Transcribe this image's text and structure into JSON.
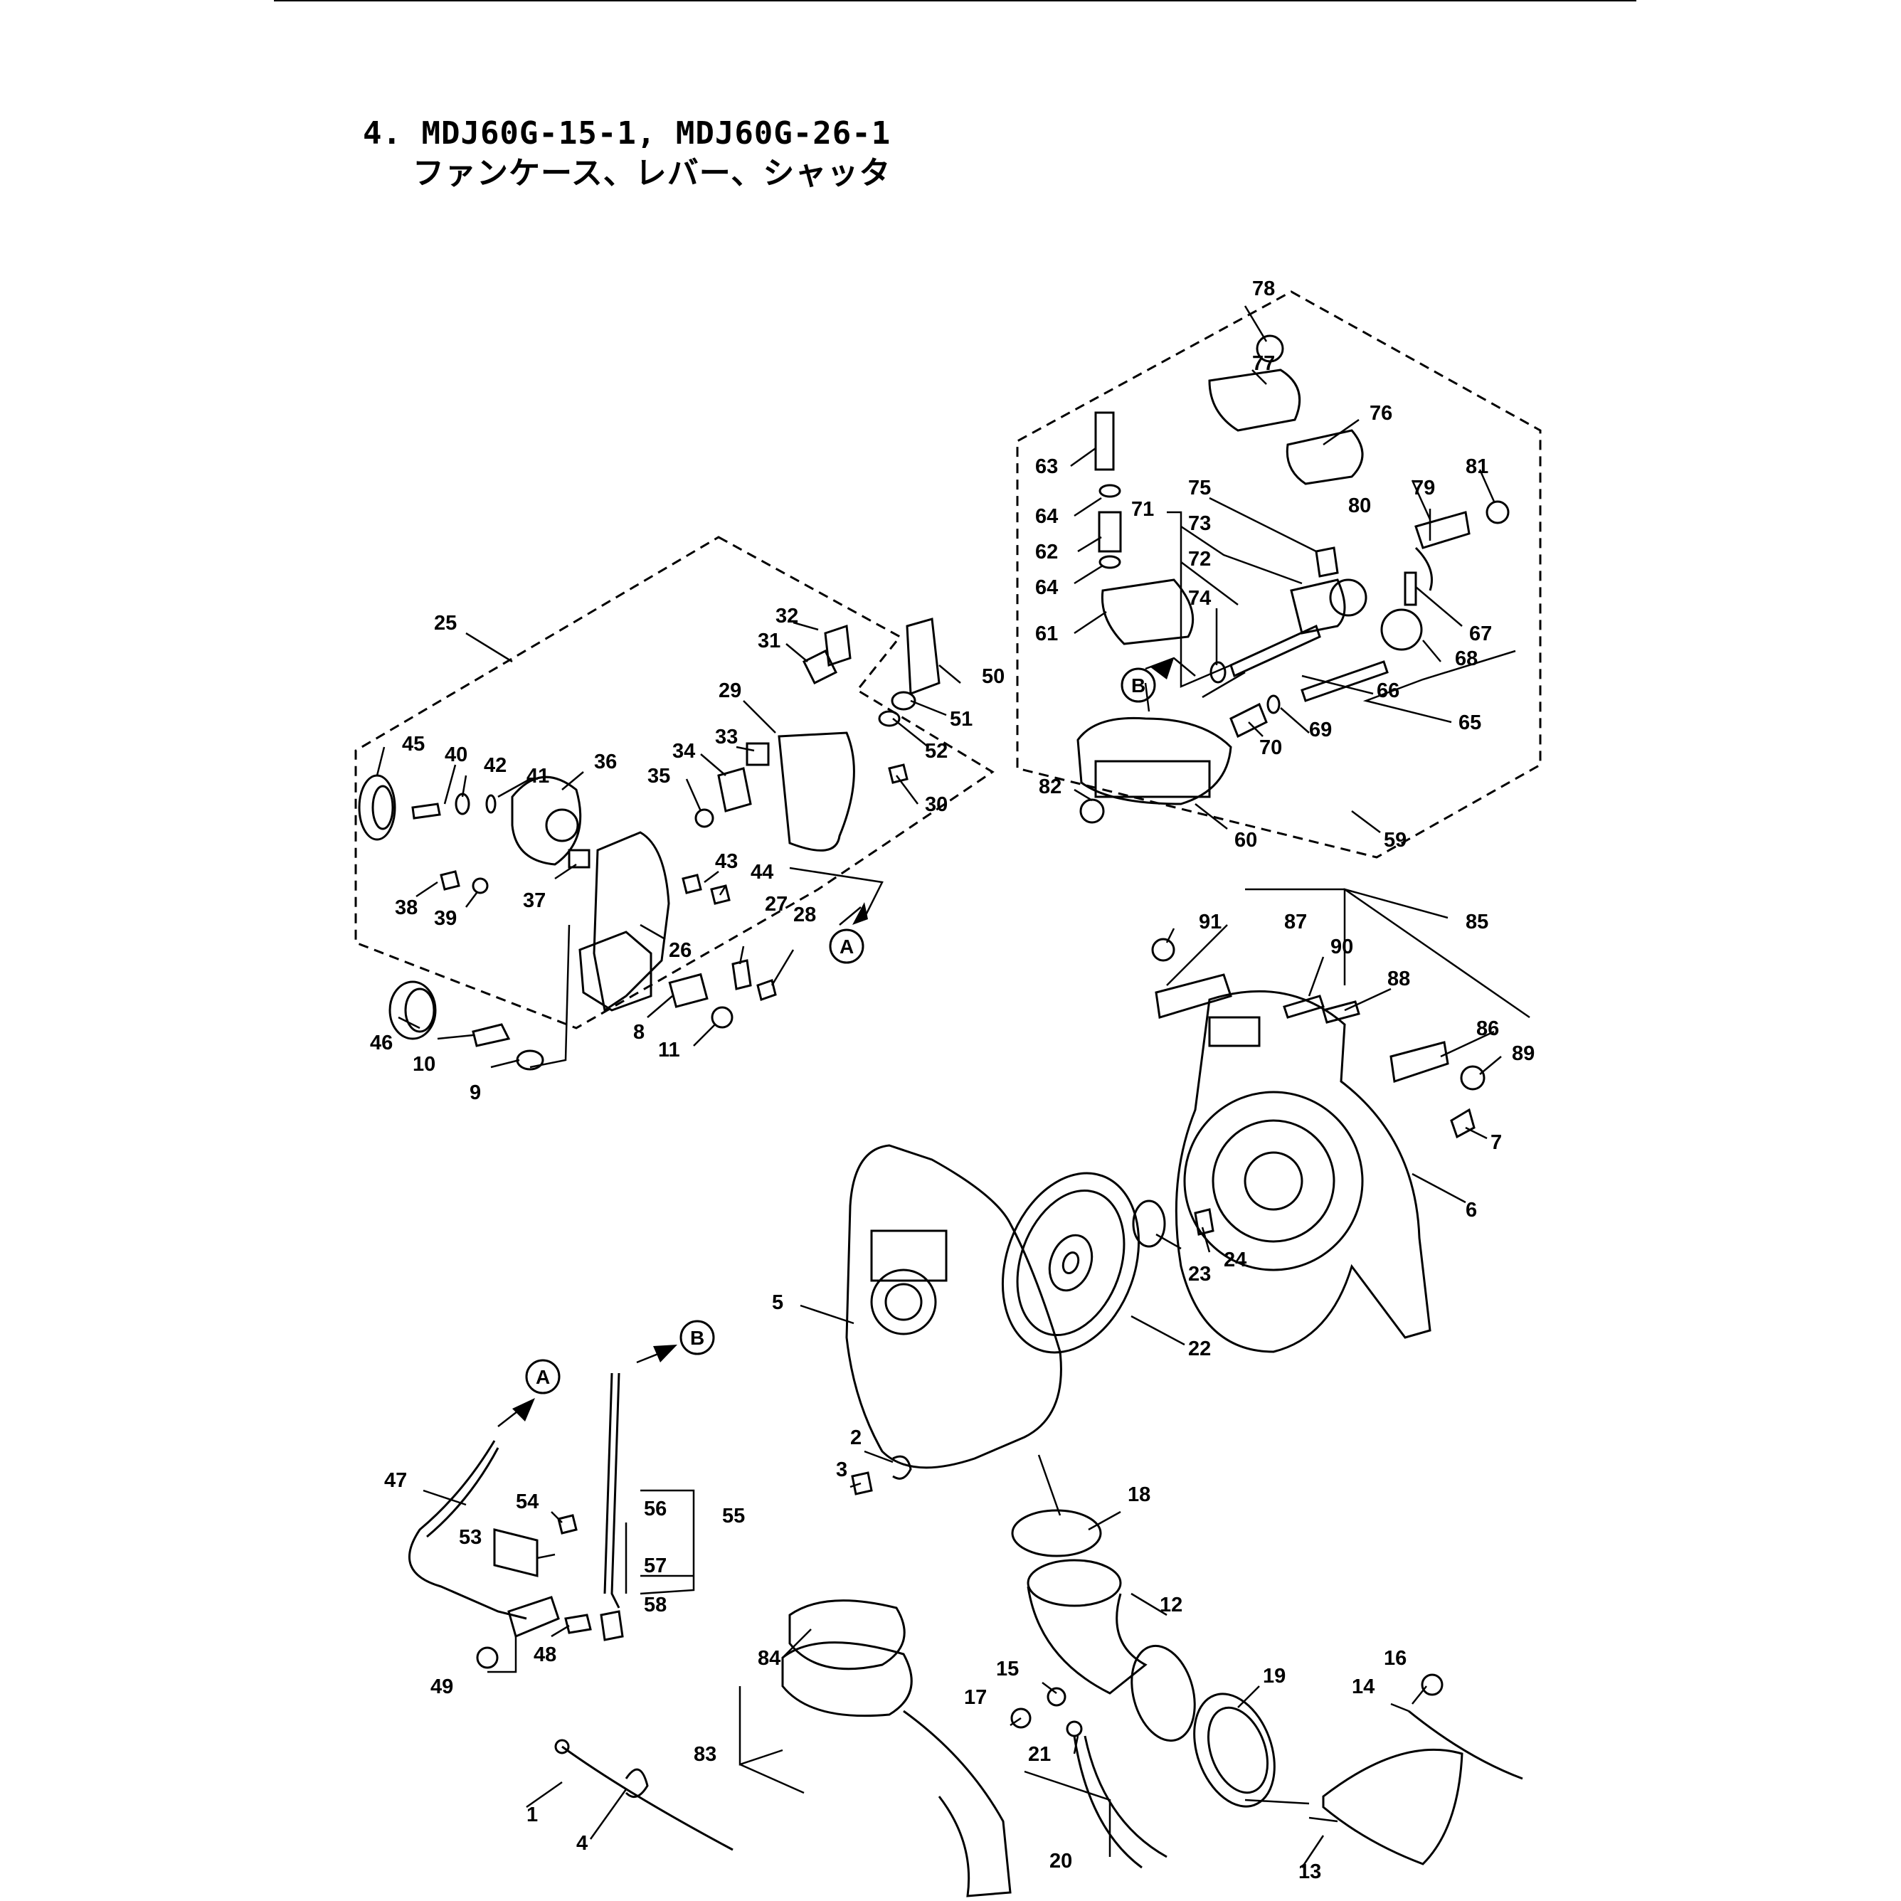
{
  "title": {
    "line1": "4. MDJ60G-15-1, MDJ60G-26-1",
    "line2": "ファンケース、レバー、シャッタ"
  },
  "callouts": {
    "a_top": "A",
    "b_top": "B",
    "a_bottom": "A",
    "b_bottom": "B"
  },
  "parts": {
    "p1": "1",
    "p2": "2",
    "p3": "3",
    "p4": "4",
    "p5": "5",
    "p6": "6",
    "p7": "7",
    "p8": "8",
    "p9": "9",
    "p10": "10",
    "p11": "11",
    "p12": "12",
    "p13": "13",
    "p14": "14",
    "p15": "15",
    "p16": "16",
    "p17": "17",
    "p18": "18",
    "p19": "19",
    "p20": "20",
    "p21": "21",
    "p22": "22",
    "p23": "23",
    "p24": "24",
    "p25": "25",
    "p26": "26",
    "p27": "27",
    "p28": "28",
    "p29": "29",
    "p30": "30",
    "p31": "31",
    "p32": "32",
    "p33": "33",
    "p34": "34",
    "p35": "35",
    "p36": "36",
    "p37": "37",
    "p38": "38",
    "p39": "39",
    "p40": "40",
    "p41": "41",
    "p42": "42",
    "p43": "43",
    "p44": "44",
    "p45": "45",
    "p46": "46",
    "p47": "47",
    "p48": "48",
    "p49": "49",
    "p50": "50",
    "p51": "51",
    "p52": "52",
    "p53": "53",
    "p54": "54",
    "p55": "55",
    "p56": "56",
    "p57": "57",
    "p58": "58",
    "p59": "59",
    "p60": "60",
    "p61": "61",
    "p62": "62",
    "p63": "63",
    "p64a": "64",
    "p64b": "64",
    "p65": "65",
    "p66": "66",
    "p67": "67",
    "p68": "68",
    "p69": "69",
    "p70": "70",
    "p71": "71",
    "p72": "72",
    "p73": "73",
    "p74": "74",
    "p75": "75",
    "p76": "76",
    "p77": "77",
    "p78": "78",
    "p79": "79",
    "p80": "80",
    "p81": "81",
    "p82": "82",
    "p83": "83",
    "p84": "84",
    "p85": "85",
    "p86": "86",
    "p87": "87",
    "p88": "88",
    "p89": "89",
    "p90": "90",
    "p91": "91"
  }
}
